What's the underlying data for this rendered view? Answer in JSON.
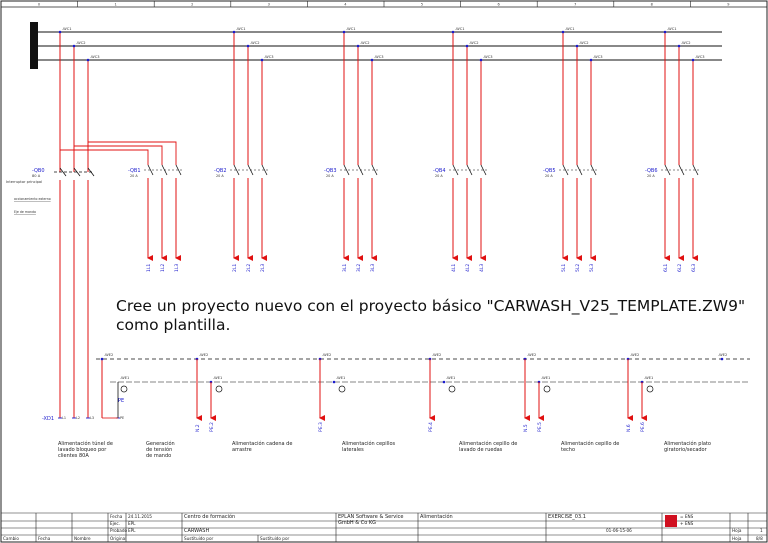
{
  "note": {
    "line1": "Cree un proyecto nuevo con el proyecto básico \"CARWASH_V25_TEMPLATE.ZW9\"",
    "line2": "como plantilla."
  },
  "columns": [
    "0",
    "1",
    "2",
    "3",
    "4",
    "5",
    "6",
    "7",
    "8",
    "9"
  ],
  "main_breaker": {
    "tag": "-QB0",
    "rating": "80 A",
    "description": "Interruptor principal",
    "subnote1": "accionamiento externo",
    "subnote2": "Eje de mando"
  },
  "bus_labels": [
    "-WC1",
    "-WC2",
    "-WC3"
  ],
  "breakers": [
    {
      "tag": "-QB1",
      "rating": "20 A",
      "outputs": [
        "1L1",
        "1L2",
        "1L3"
      ]
    },
    {
      "tag": "-QB2",
      "rating": "20 A",
      "outputs": [
        "2L1",
        "2L2",
        "2L3"
      ]
    },
    {
      "tag": "-QB3",
      "rating": "20 A",
      "outputs": [
        "3L1",
        "3L2",
        "3L3"
      ]
    },
    {
      "tag": "-QB4",
      "rating": "20 A",
      "outputs": [
        "4L1",
        "4L2",
        "4L3"
      ]
    },
    {
      "tag": "-QB5",
      "rating": "20 A",
      "outputs": [
        "5L1",
        "5L2",
        "5L3"
      ]
    },
    {
      "tag": "-QB6",
      "rating": "20 A",
      "outputs": [
        "6L1",
        "6L2",
        "6L3"
      ]
    }
  ],
  "terminal_strip": {
    "tag": "-XD1",
    "terminals": [
      "L1",
      "L2",
      "L3",
      "PE"
    ],
    "pe_label": "PE",
    "ground_bus": "-WE2",
    "neutral_bus": "-WE1"
  },
  "outputs": [
    {
      "labels": [
        "N.2",
        "PE.2"
      ]
    },
    {
      "labels": [
        "PE.3"
      ]
    },
    {
      "labels": [
        "PE.4"
      ]
    },
    {
      "labels": [
        "N.5",
        "PE.5"
      ]
    },
    {
      "labels": [
        "N.6",
        "PE.6"
      ]
    }
  ],
  "loads": [
    "Alimentación túnel de lavado bloqueo por clientes 80A",
    "Generación de tensión de mando",
    "Alimentación cadena de arrastre",
    "Alimentación cepillos laterales",
    "Alimentación cepillo de lavado de ruedas",
    "Alimentación cepillo de techo",
    "Alimentación plato giratorio/secador"
  ],
  "title_block": {
    "fecha_label": "Fecha",
    "fecha": "24.11.2015",
    "ejec_label": "Ejec.",
    "ejec": "EPL",
    "probado_label": "Probado",
    "probado": "EPL",
    "original_label": "Original",
    "sustituido_label": "Sustituido por",
    "sustituido2_label": "Sustituido por",
    "centro": "Centro de formación",
    "project": "CARWASH",
    "company_line1": "EPLAN Software & Service",
    "company_line2": "GmbH & Co KG",
    "sheet_title": "Alimentación",
    "drawing_no": "EXERCISE_03.1",
    "eq1": "= ENS",
    "eq2": "+ ENS",
    "date2": "01-06-15-06",
    "hoja_label": "Hoja",
    "hoja": "1",
    "hojas_label": "Hoja",
    "hojas": "8/8",
    "cambio_label": "Cambio",
    "fecha2_label": "Fecha",
    "nombre_label": "Nombre"
  },
  "colors": {
    "wire": "#e01010",
    "label": "#1a1acc",
    "line": "#111111",
    "logo": "#d01020"
  }
}
